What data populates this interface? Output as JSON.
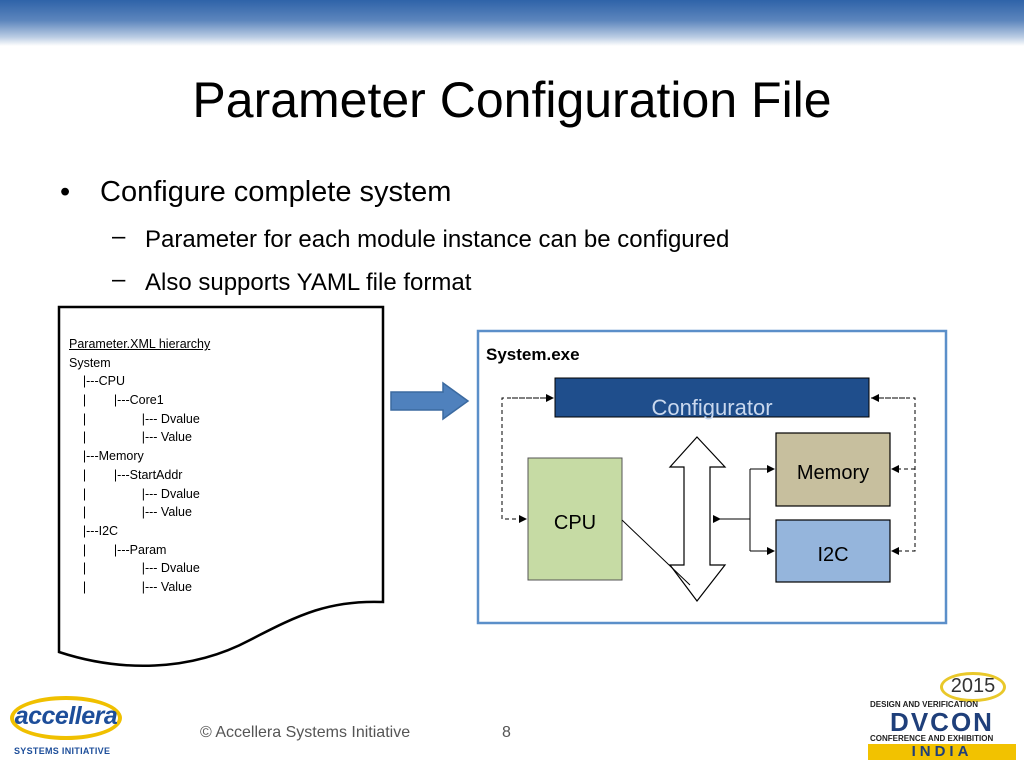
{
  "slide": {
    "title": "Parameter Configuration File",
    "bullets": {
      "main": "Configure complete system",
      "sub1": "Parameter for each module instance can be configured",
      "sub2": "Also supports YAML file format"
    }
  },
  "document": {
    "lines": [
      "Parameter.XML hierarchy",
      "System",
      "    |---CPU",
      "    |        |---Core1",
      "    |                |--- Dvalue",
      "    |                |--- Value",
      "    |---Memory",
      "    |        |---StartAddr",
      "    |                |--- Dvalue",
      "    |                |--- Value",
      "    |---I2C",
      "    |        |---Param",
      "    |                |--- Dvalue",
      "    |                |--- Value"
    ]
  },
  "diagram": {
    "system_label": "System.exe",
    "configurator": "Configurator",
    "cpu": "CPU",
    "memory": "Memory",
    "i2c": "I2C",
    "colors": {
      "configurator_fill": "#1f4e8c",
      "cpu_fill": "#c6dba4",
      "memory_fill": "#c7bf9e",
      "i2c_fill": "#95b5dc",
      "frame_border": "#5b8fc9",
      "arrow_fill": "#4f81bd"
    }
  },
  "footer": {
    "copyright": "© Accellera Systems Initiative",
    "page_number": "8"
  },
  "logos": {
    "accellera_name": "accellera",
    "accellera_sub": "SYSTEMS INITIATIVE",
    "dvcon_year": "2015",
    "dvcon_tag1": "DESIGN AND VERIFICATION",
    "dvcon_name": "DVCON",
    "dvcon_tag2": "CONFERENCE AND EXHIBITION",
    "dvcon_region": "INDIA"
  }
}
